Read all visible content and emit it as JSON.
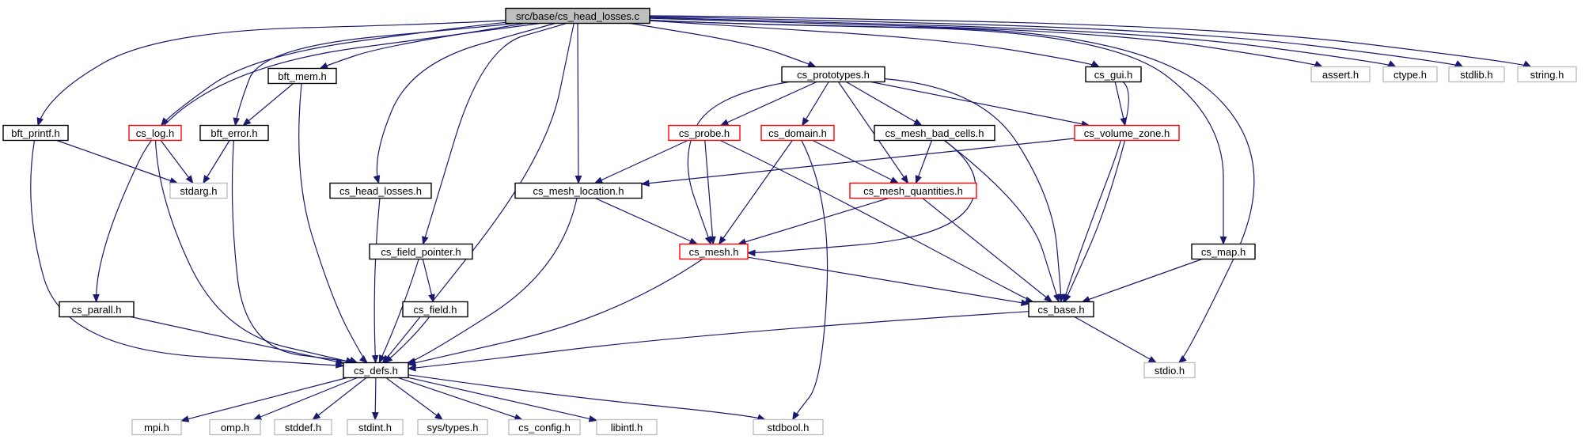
{
  "colors": {
    "edge": "#191970",
    "root_fill": "#bfbfbf",
    "root_border": "#000000",
    "normal_border": "#000000",
    "truncated_border": "#ff0000",
    "external_border": "#bfbfbf",
    "external_text": "#7f7f7f",
    "background": "#ffffff"
  },
  "nodes": [
    {
      "id": "root",
      "label": "src/base/cs_head_losses.c",
      "kind": "root"
    },
    {
      "id": "bft_printf",
      "label": "bft_printf.h",
      "kind": "normal"
    },
    {
      "id": "cs_log",
      "label": "cs_log.h",
      "kind": "truncated"
    },
    {
      "id": "bft_error",
      "label": "bft_error.h",
      "kind": "normal"
    },
    {
      "id": "bft_mem",
      "label": "bft_mem.h",
      "kind": "normal"
    },
    {
      "id": "stdarg",
      "label": "stdarg.h",
      "kind": "external"
    },
    {
      "id": "cs_head_losses",
      "label": "cs_head_losses.h",
      "kind": "normal"
    },
    {
      "id": "cs_field_pointer",
      "label": "cs_field_pointer.h",
      "kind": "normal"
    },
    {
      "id": "cs_field",
      "label": "cs_field.h",
      "kind": "normal"
    },
    {
      "id": "cs_parall",
      "label": "cs_parall.h",
      "kind": "normal"
    },
    {
      "id": "cs_defs",
      "label": "cs_defs.h",
      "kind": "normal"
    },
    {
      "id": "cs_prototypes",
      "label": "cs_prototypes.h",
      "kind": "normal"
    },
    {
      "id": "cs_probe",
      "label": "cs_probe.h",
      "kind": "truncated"
    },
    {
      "id": "cs_domain",
      "label": "cs_domain.h",
      "kind": "truncated"
    },
    {
      "id": "cs_mesh_bad_cells",
      "label": "cs_mesh_bad_cells.h",
      "kind": "normal"
    },
    {
      "id": "cs_volume_zone",
      "label": "cs_volume_zone.h",
      "kind": "truncated"
    },
    {
      "id": "cs_mesh_location",
      "label": "cs_mesh_location.h",
      "kind": "normal"
    },
    {
      "id": "cs_mesh_quantities",
      "label": "cs_mesh_quantities.h",
      "kind": "truncated"
    },
    {
      "id": "cs_mesh",
      "label": "cs_mesh.h",
      "kind": "truncated"
    },
    {
      "id": "cs_gui",
      "label": "cs_gui.h",
      "kind": "normal"
    },
    {
      "id": "cs_map",
      "label": "cs_map.h",
      "kind": "normal"
    },
    {
      "id": "cs_base",
      "label": "cs_base.h",
      "kind": "normal"
    },
    {
      "id": "stdio",
      "label": "stdio.h",
      "kind": "external"
    },
    {
      "id": "assert",
      "label": "assert.h",
      "kind": "external"
    },
    {
      "id": "ctype",
      "label": "ctype.h",
      "kind": "external"
    },
    {
      "id": "stdlib",
      "label": "stdlib.h",
      "kind": "external"
    },
    {
      "id": "string",
      "label": "string.h",
      "kind": "external"
    },
    {
      "id": "mpi",
      "label": "mpi.h",
      "kind": "external"
    },
    {
      "id": "omp",
      "label": "omp.h",
      "kind": "external"
    },
    {
      "id": "stddef",
      "label": "stddef.h",
      "kind": "external"
    },
    {
      "id": "stdint",
      "label": "stdint.h",
      "kind": "external"
    },
    {
      "id": "sys_types",
      "label": "sys/types.h",
      "kind": "external"
    },
    {
      "id": "cs_config",
      "label": "cs_config.h",
      "kind": "external"
    },
    {
      "id": "libintl",
      "label": "libintl.h",
      "kind": "external"
    },
    {
      "id": "stdbool",
      "label": "stdbool.h",
      "kind": "external"
    }
  ],
  "edges": [
    [
      "root",
      "bft_printf"
    ],
    [
      "root",
      "cs_log"
    ],
    [
      "root",
      "bft_error"
    ],
    [
      "root",
      "bft_mem"
    ],
    [
      "root",
      "cs_parall"
    ],
    [
      "root",
      "cs_head_losses"
    ],
    [
      "root",
      "cs_field_pointer"
    ],
    [
      "root",
      "cs_defs"
    ],
    [
      "root",
      "cs_mesh_location"
    ],
    [
      "root",
      "cs_prototypes"
    ],
    [
      "root",
      "cs_gui"
    ],
    [
      "root",
      "cs_map"
    ],
    [
      "root",
      "stdio"
    ],
    [
      "root",
      "assert"
    ],
    [
      "root",
      "ctype"
    ],
    [
      "root",
      "stdlib"
    ],
    [
      "root",
      "string"
    ],
    [
      "bft_printf",
      "stdarg"
    ],
    [
      "bft_printf",
      "cs_defs"
    ],
    [
      "cs_log",
      "stdarg"
    ],
    [
      "cs_log",
      "cs_defs"
    ],
    [
      "bft_error",
      "stdarg"
    ],
    [
      "bft_error",
      "cs_defs"
    ],
    [
      "bft_mem",
      "bft_error"
    ],
    [
      "bft_mem",
      "cs_defs"
    ],
    [
      "cs_head_losses",
      "cs_defs"
    ],
    [
      "cs_field_pointer",
      "cs_field"
    ],
    [
      "cs_field_pointer",
      "cs_defs"
    ],
    [
      "cs_field",
      "cs_defs"
    ],
    [
      "cs_parall",
      "cs_defs"
    ],
    [
      "cs_prototypes",
      "cs_probe"
    ],
    [
      "cs_prototypes",
      "cs_domain"
    ],
    [
      "cs_prototypes",
      "cs_mesh_bad_cells"
    ],
    [
      "cs_prototypes",
      "cs_volume_zone"
    ],
    [
      "cs_prototypes",
      "cs_mesh_quantities"
    ],
    [
      "cs_prototypes",
      "cs_mesh"
    ],
    [
      "cs_prototypes",
      "cs_base"
    ],
    [
      "cs_probe",
      "cs_mesh_location"
    ],
    [
      "cs_probe",
      "cs_mesh"
    ],
    [
      "cs_probe",
      "cs_base"
    ],
    [
      "cs_domain",
      "cs_mesh_quantities"
    ],
    [
      "cs_domain",
      "cs_mesh"
    ],
    [
      "cs_domain",
      "stdbool"
    ],
    [
      "cs_mesh_bad_cells",
      "cs_mesh_quantities"
    ],
    [
      "cs_mesh_bad_cells",
      "cs_mesh"
    ],
    [
      "cs_mesh_bad_cells",
      "cs_base"
    ],
    [
      "cs_volume_zone",
      "cs_mesh_location"
    ],
    [
      "cs_volume_zone",
      "cs_base"
    ],
    [
      "cs_mesh_location",
      "cs_mesh"
    ],
    [
      "cs_mesh_location",
      "cs_defs"
    ],
    [
      "cs_mesh_quantities",
      "cs_mesh"
    ],
    [
      "cs_mesh_quantities",
      "cs_base"
    ],
    [
      "cs_mesh",
      "cs_base"
    ],
    [
      "cs_mesh",
      "cs_defs"
    ],
    [
      "cs_gui",
      "cs_volume_zone"
    ],
    [
      "cs_gui",
      "cs_base"
    ],
    [
      "cs_map",
      "cs_base"
    ],
    [
      "cs_base",
      "cs_defs"
    ],
    [
      "cs_base",
      "stdio"
    ],
    [
      "cs_defs",
      "mpi"
    ],
    [
      "cs_defs",
      "omp"
    ],
    [
      "cs_defs",
      "stddef"
    ],
    [
      "cs_defs",
      "stdint"
    ],
    [
      "cs_defs",
      "sys_types"
    ],
    [
      "cs_defs",
      "cs_config"
    ],
    [
      "cs_defs",
      "libintl"
    ],
    [
      "cs_defs",
      "stdbool"
    ]
  ]
}
